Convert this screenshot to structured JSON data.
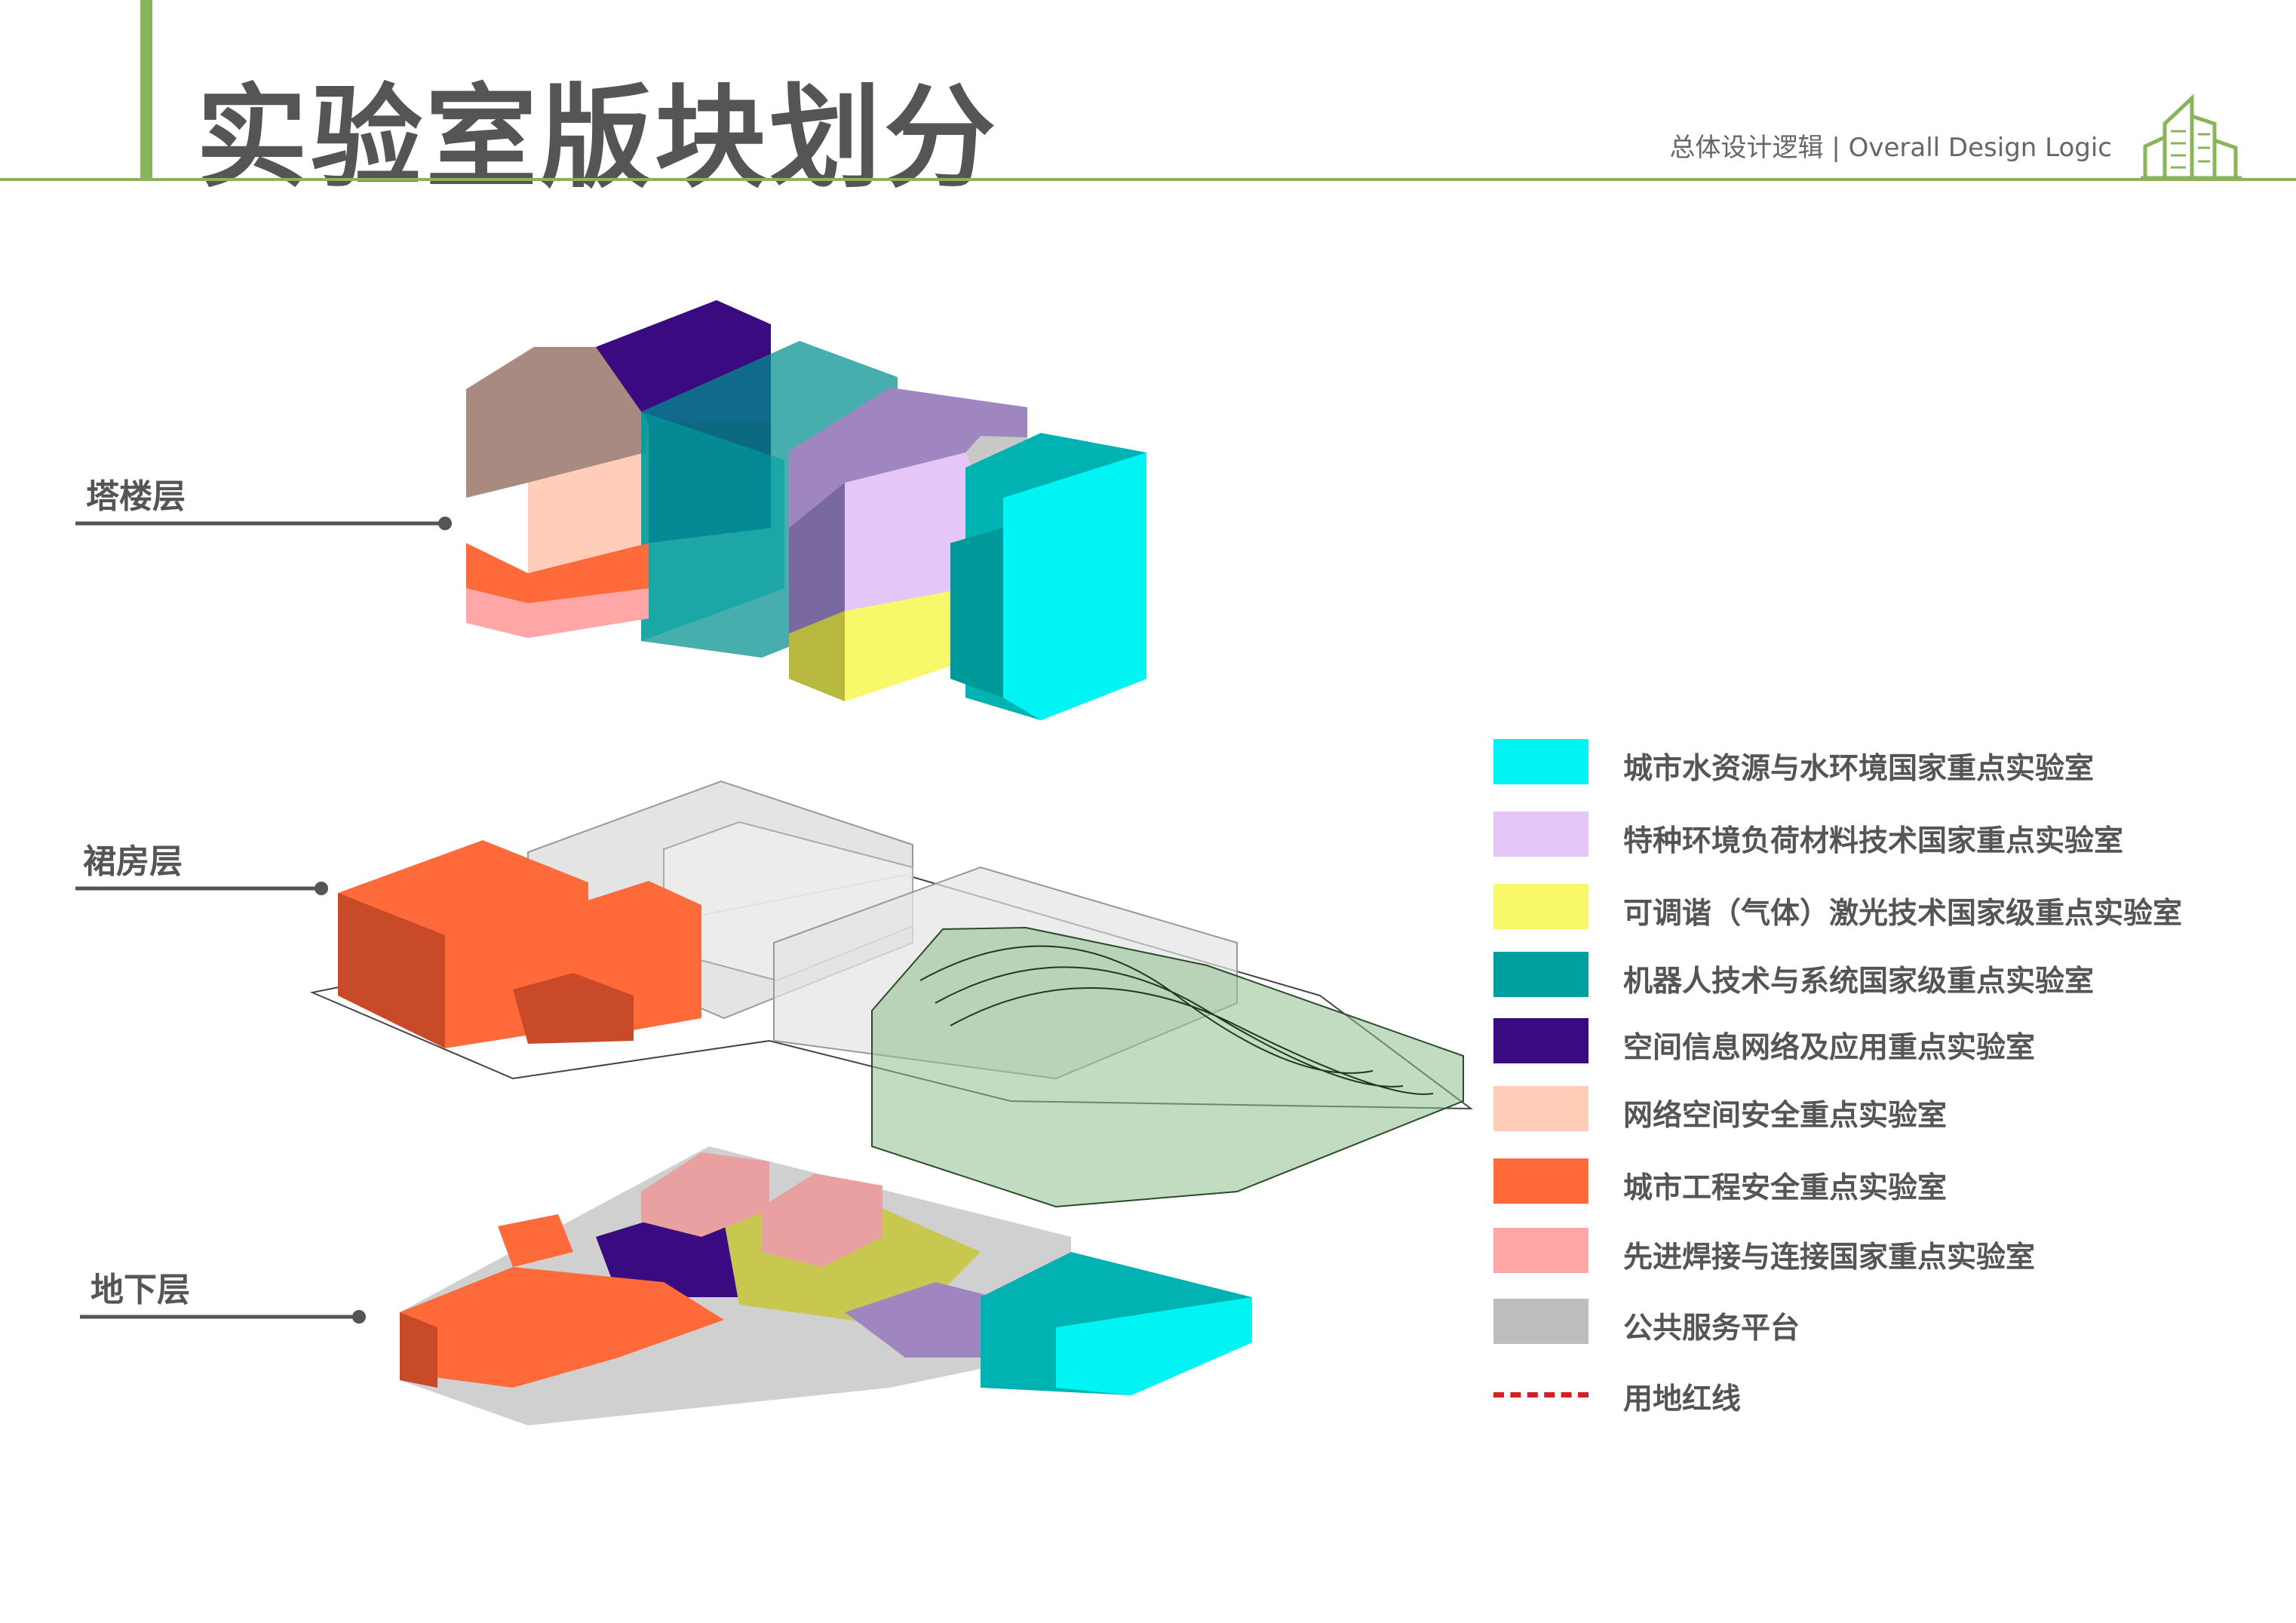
{
  "header": {
    "title": "实验室版块划分",
    "subtitle": "总体设计逻辑 | Overall Design Logic",
    "accent_color": "#8ab45a"
  },
  "layers": [
    {
      "id": "tower",
      "label": "塔楼层"
    },
    {
      "id": "podium",
      "label": "裙房层"
    },
    {
      "id": "basement",
      "label": "地下层"
    }
  ],
  "legend": [
    {
      "label": "城市水资源与水环境国家重点实验室",
      "color": "#00f4f4"
    },
    {
      "label": "特种环境负荷材料技术国家重点实验室",
      "color": "#e6c6f8"
    },
    {
      "label": "可调谐（气体）激光技术国家级重点实验室",
      "color": "#f8f86a"
    },
    {
      "label": "机器人技术与系统国家级重点实验室",
      "color": "#00a0a0"
    },
    {
      "label": "空间信息网络及应用重点实验室",
      "color": "#3a0b80"
    },
    {
      "label": "网络空间安全重点实验室",
      "color": "#ffcdb8"
    },
    {
      "label": "城市工程安全重点实验室",
      "color": "#ff6a3a"
    },
    {
      "label": "先进焊接与连接国家重点实验室",
      "color": "#ffa6a6"
    },
    {
      "label": "公共服务平台",
      "color": "#bdbdbd"
    },
    {
      "label": "用地红线",
      "color": "#d22020"
    }
  ]
}
